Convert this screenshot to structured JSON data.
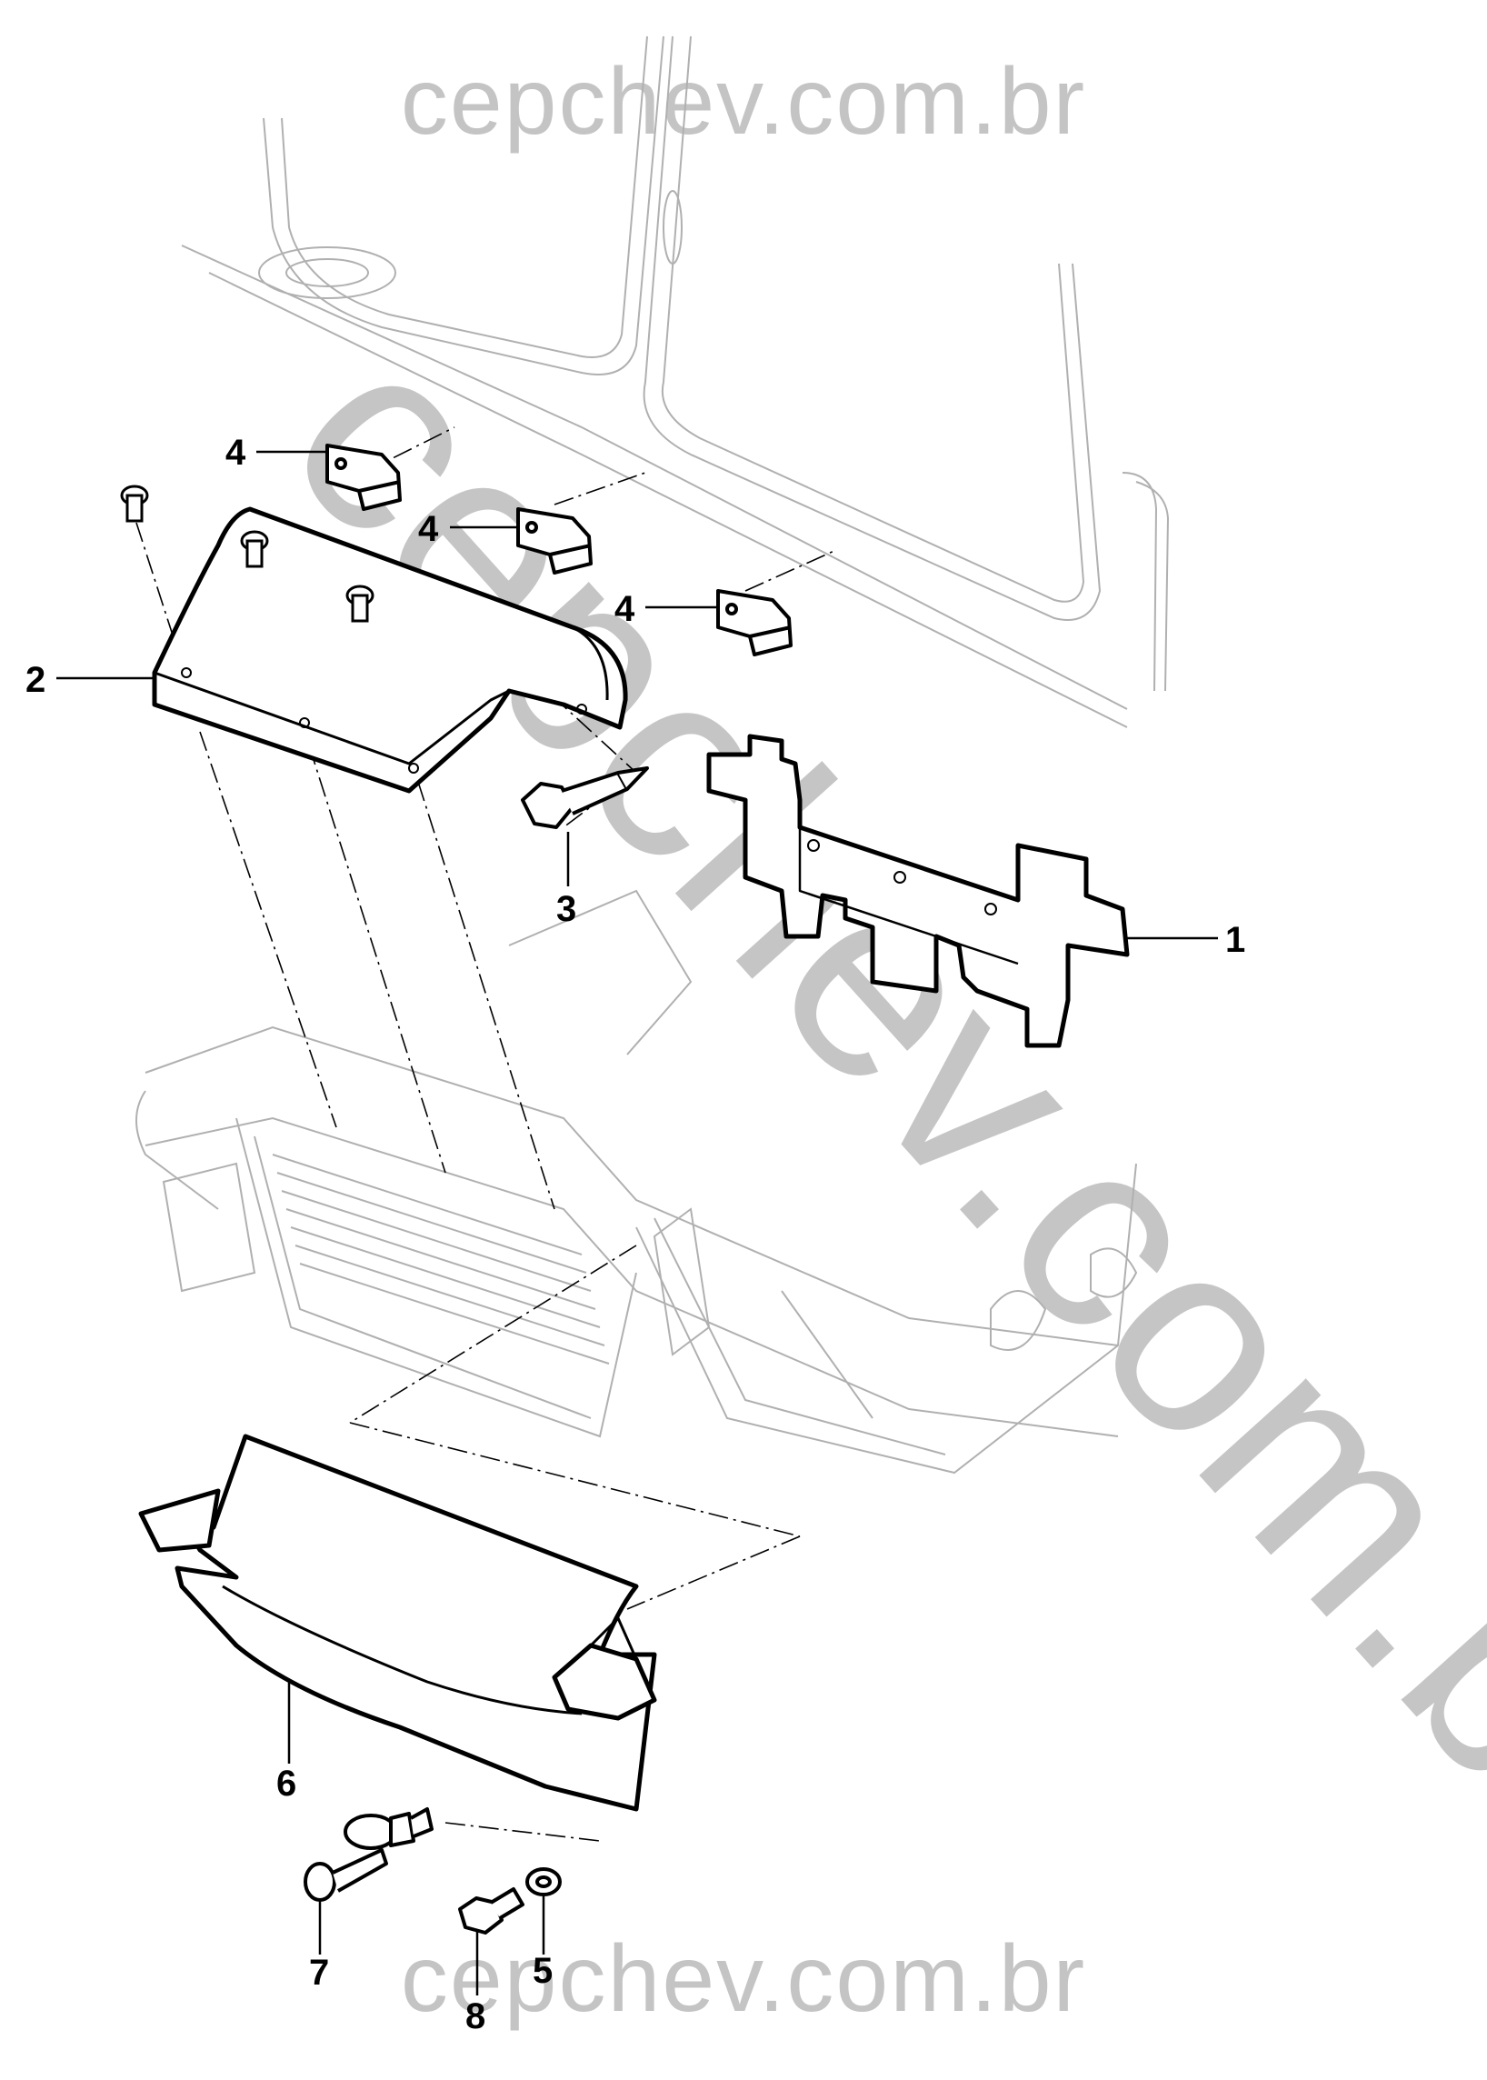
{
  "watermark": {
    "top": "cepchev.com.br",
    "diagonal": "cepchev.com.br",
    "bottom": "cepchev.com.br"
  },
  "callouts": [
    {
      "id": "1",
      "label": "1"
    },
    {
      "id": "2",
      "label": "2"
    },
    {
      "id": "3",
      "label": "3"
    },
    {
      "id": "4a",
      "label": "4"
    },
    {
      "id": "4b",
      "label": "4"
    },
    {
      "id": "4c",
      "label": "4"
    },
    {
      "id": "5",
      "label": "5"
    },
    {
      "id": "6",
      "label": "6"
    },
    {
      "id": "7",
      "label": "7"
    },
    {
      "id": "8",
      "label": "8"
    }
  ],
  "colors": {
    "line": "#000000",
    "frame_ghost": "#b0b0b0",
    "watermark": "#c4c4c4"
  }
}
